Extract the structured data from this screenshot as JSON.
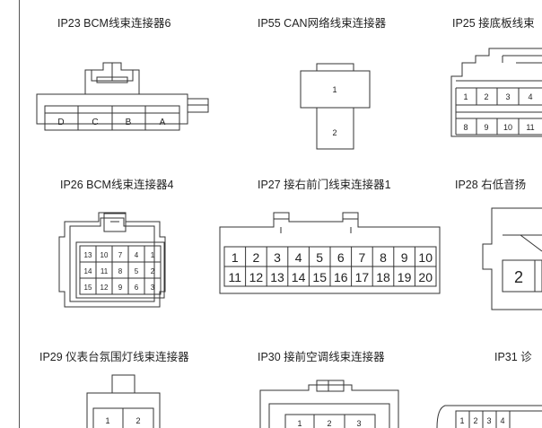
{
  "connectors": [
    {
      "id": "ip23",
      "title": "IP23 BCM线束连接器6",
      "pins": [
        "D",
        "C",
        "B",
        "A"
      ]
    },
    {
      "id": "ip55",
      "title": "IP55 CAN网络线束连接器",
      "pins": [
        "1",
        "2"
      ]
    },
    {
      "id": "ip25",
      "title": "IP25 接底板线束",
      "pins_top": [
        "1",
        "2",
        "3",
        "4"
      ],
      "pins_bottom": [
        "8",
        "9",
        "10",
        "11"
      ]
    },
    {
      "id": "ip26",
      "title": "IP26 BCM线束连接器4",
      "rows": [
        [
          "13",
          "10",
          "7",
          "4",
          "1"
        ],
        [
          "14",
          "11",
          "8",
          "5",
          "2"
        ],
        [
          "15",
          "12",
          "9",
          "6",
          "3"
        ]
      ]
    },
    {
      "id": "ip27",
      "title": "IP27 接右前门线束连接器1",
      "pins_top": [
        "1",
        "2",
        "3",
        "4",
        "5",
        "6",
        "7",
        "8",
        "9",
        "10"
      ],
      "pins_bottom": [
        "11",
        "12",
        "13",
        "14",
        "15",
        "16",
        "17",
        "18",
        "19",
        "20"
      ]
    },
    {
      "id": "ip28",
      "title": "IP28 右低音扬",
      "pins": [
        "2"
      ]
    },
    {
      "id": "ip29",
      "title": "IP29 仪表台氛围灯线束连接器",
      "pins": [
        "1",
        "2"
      ]
    },
    {
      "id": "ip30",
      "title": "IP30 接前空调线束连接器",
      "pins": [
        "1",
        "2",
        "3"
      ]
    },
    {
      "id": "ip31",
      "title": "IP31 诊",
      "pins": [
        "1",
        "2",
        "3",
        "4"
      ]
    }
  ]
}
